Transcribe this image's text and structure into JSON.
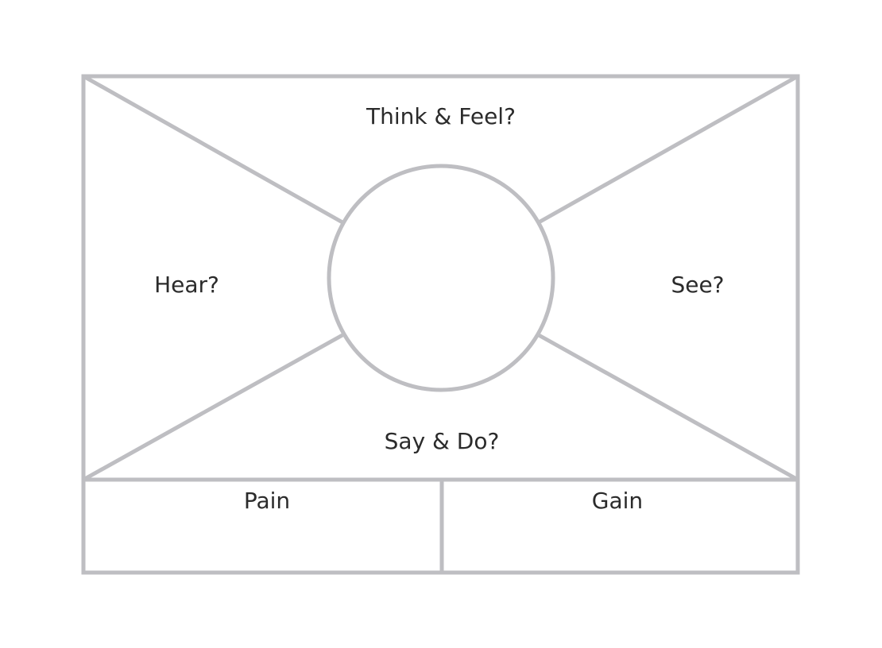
{
  "colors": {
    "line": "#bebec2",
    "text": "#2b2b2b",
    "background": "#ffffff"
  },
  "labels": {
    "think_feel": "Think & Feel?",
    "hear": "Hear?",
    "see": "See?",
    "say_do": "Say & Do?",
    "pain": "Pain",
    "gain": "Gain"
  }
}
